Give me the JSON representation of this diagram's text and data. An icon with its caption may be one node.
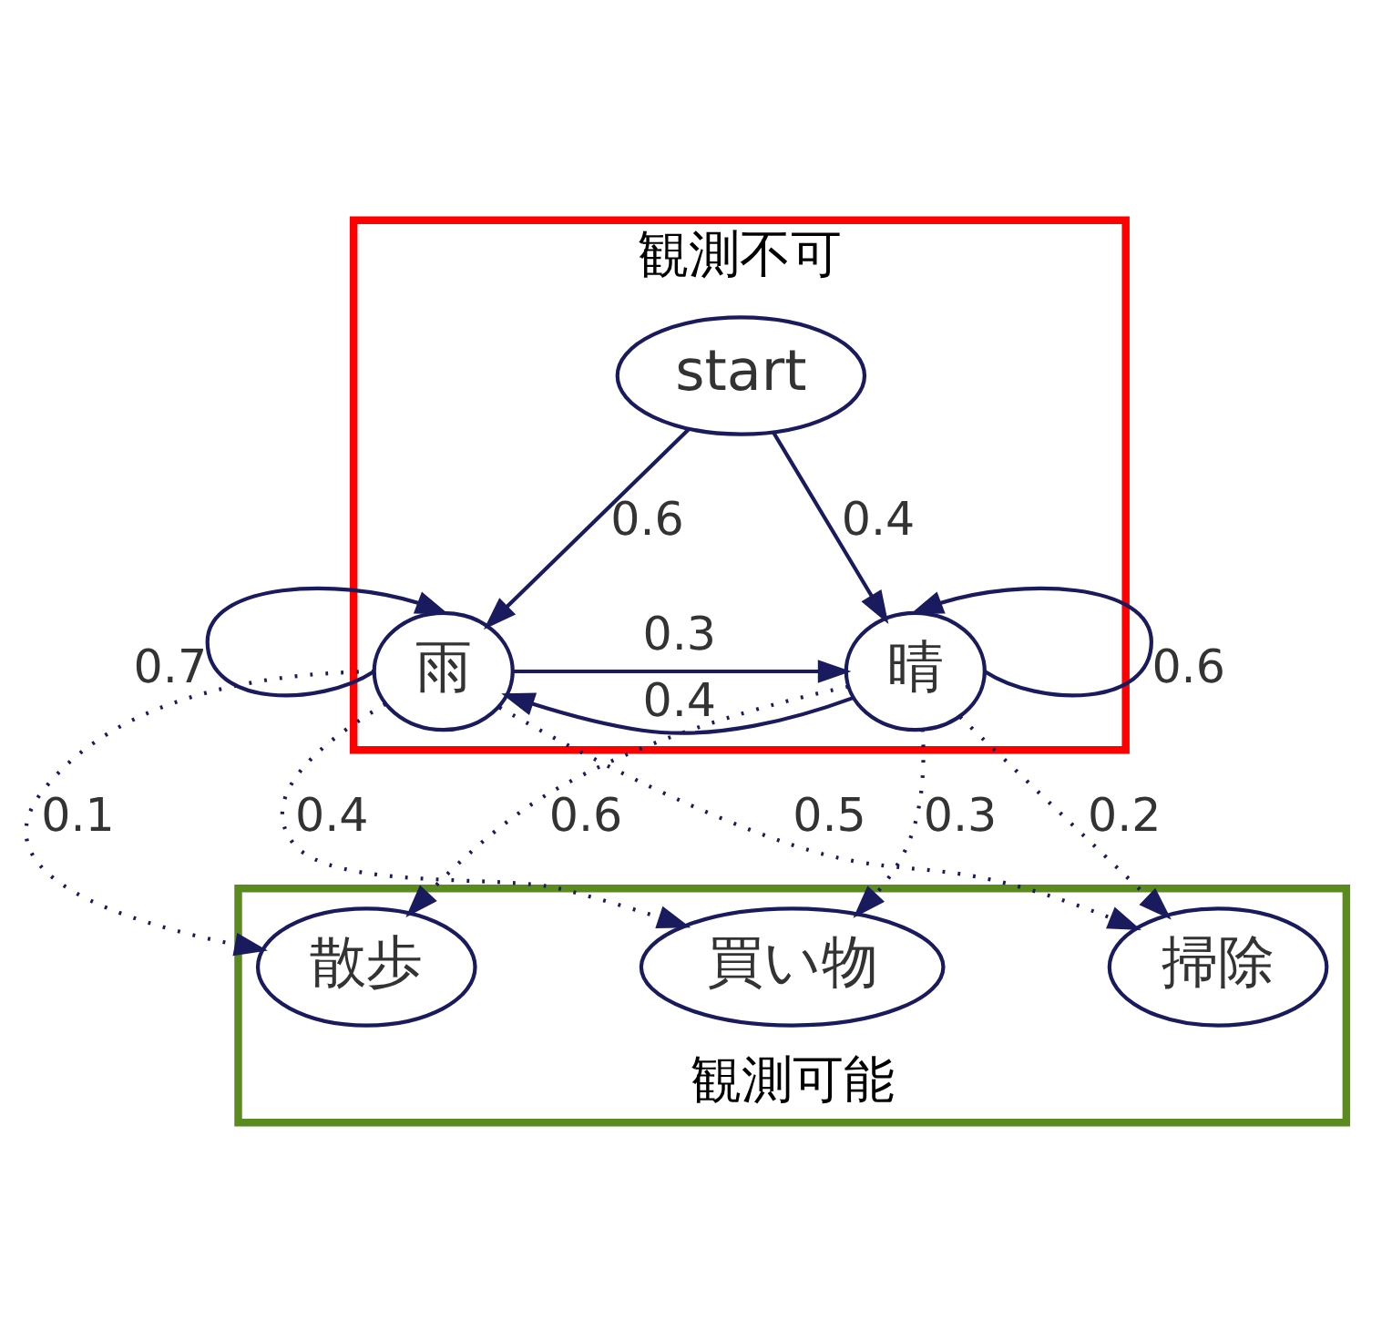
{
  "diagram": {
    "nodes": [
      {
        "text": [
          "観測不可"
        ]
      },
      {
        "text": [
          "start"
        ],
        "in": 0
      },
      {
        "text": [
          "雨"
        ],
        "in": 0
      },
      {
        "text": [
          "晴"
        ],
        "in": 0
      },
      {
        "text": [
          "観測可能"
        ]
      },
      {
        "text": [
          "散歩"
        ],
        "in": 4
      },
      {
        "text": [
          "買い物"
        ],
        "in": 4
      },
      {
        "text": [
          "掃除"
        ],
        "in": 4
      }
    ],
    "edges": [
      {
        "from": 1,
        "to": 2,
        "arrow": "to",
        "label": "0.6"
      },
      {
        "from": 1,
        "to": 3,
        "arrow": "to",
        "label": "0.4"
      },
      {
        "from": 2,
        "to": 2,
        "arrow": "to",
        "label": "0.7"
      },
      {
        "from": 3,
        "to": 3,
        "arrow": "to",
        "label": "0.6"
      },
      {
        "from": 2,
        "to": 3,
        "arrow": "to",
        "label": "0.3"
      },
      {
        "from": 3,
        "to": 2,
        "arrow": "to",
        "label": "0.4"
      },
      {
        "from": 2,
        "to": 5,
        "arrow": "to",
        "label": "0.1",
        "style": "dashed"
      },
      {
        "from": 2,
        "to": 6,
        "arrow": "to",
        "label": "0.4",
        "style": "dashed"
      },
      {
        "from": 2,
        "to": 7,
        "arrow": "to",
        "label": "0.5",
        "style": "dashed"
      },
      {
        "from": 3,
        "to": 5,
        "arrow": "to",
        "label": "0.6",
        "style": "dashed"
      },
      {
        "from": 3,
        "to": 6,
        "arrow": "to",
        "label": "0.3",
        "style": "dashed"
      },
      {
        "from": 3,
        "to": 7,
        "arrow": "to",
        "label": "0.2",
        "style": "dashed"
      }
    ]
  }
}
